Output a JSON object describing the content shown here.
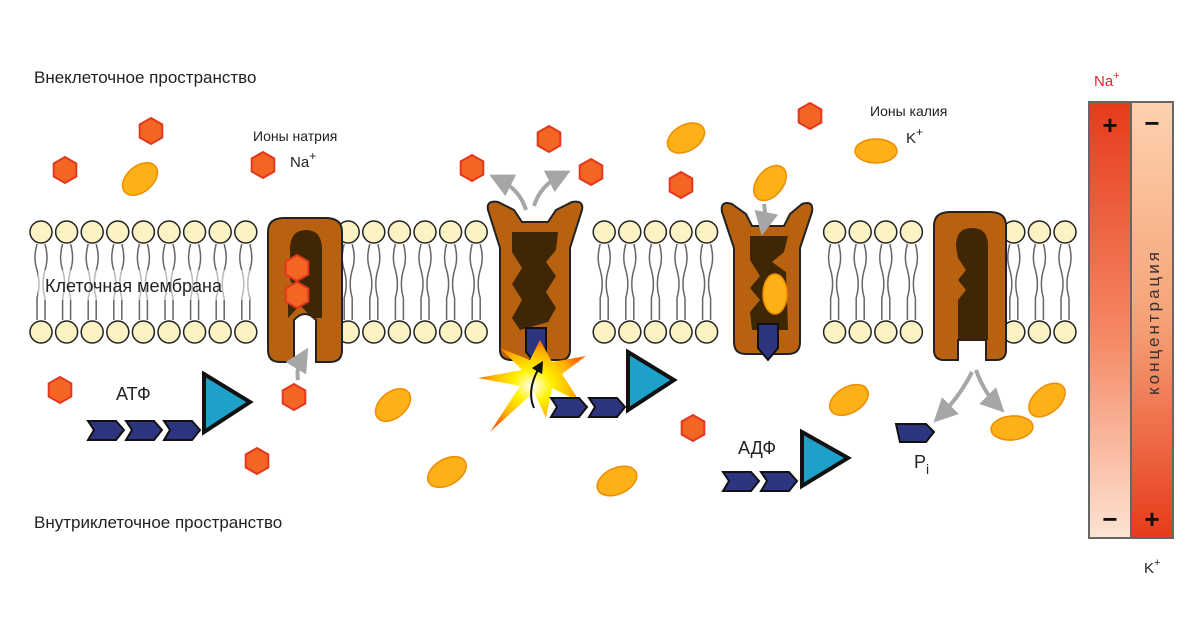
{
  "labels": {
    "extracellular": "Внеклеточное пространство",
    "intracellular": "Внутриклеточное пространство",
    "membrane": "Клеточная мембрана",
    "sodium_ions": "Ионы натрия",
    "sodium_symbol": "Na",
    "potassium_ions": "Ионы калия",
    "potassium_symbol": "K",
    "plus_sup": "+",
    "atp": "АТФ",
    "adp": "АДФ",
    "phosphate": "P",
    "phosphate_sub": "i"
  },
  "gradient_bar": {
    "na_label": "Na",
    "na_sup": "+",
    "k_label": "K",
    "k_sup": "+",
    "axis_label": "концентрация",
    "na_top_sign": "+",
    "na_bottom_sign": "−",
    "k_top_sign": "−",
    "k_bottom_sign": "+"
  },
  "colors": {
    "sodium": "#f26522",
    "sodium_stroke": "#e3371e",
    "potassium": "#fbb117",
    "potassium_stroke": "#f08c00",
    "protein_outer": "#b8620f",
    "protein_inner": "#3f2605",
    "lipid_head": "#fbf3c3",
    "phosphate_group": "#2e3580",
    "atp_triangle": "#1da1c9",
    "arrow_gray": "#a6a6a6",
    "na_gradient_top": "#e8401c",
    "k_gradient_bottom": "#e8401c",
    "na_label_color": "#e3262b"
  }
}
